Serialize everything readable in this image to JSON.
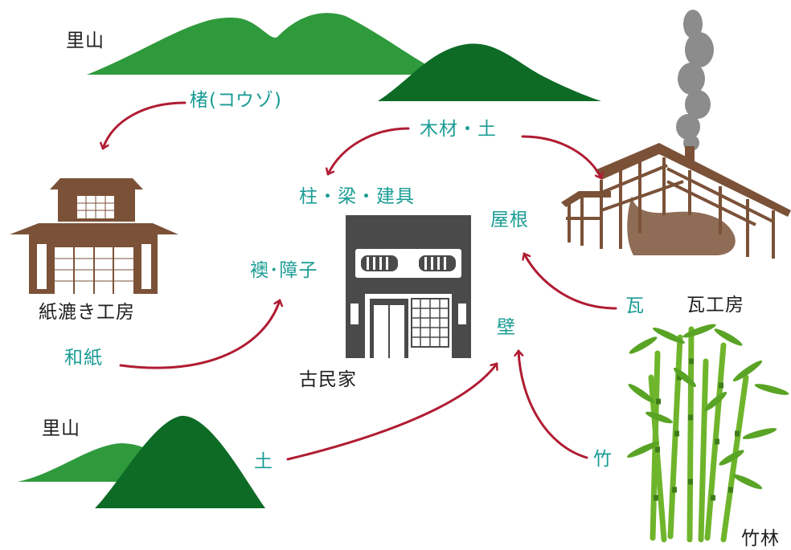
{
  "colors": {
    "material_text": "#1a9c94",
    "place_text": "#1e1e1e",
    "arrow": "#b01c33",
    "mountain_light": "#2f9a3c",
    "mountain_dark": "#0d6b26",
    "workshop_brown": "#7b5238",
    "house_gray": "#4a4a4a",
    "smoke_gray": "#8c8c8c",
    "bamboo_green": "#6fb52c"
  },
  "places": {
    "satoyama_top": "里山",
    "satoyama_bottom": "里山",
    "paper_workshop": "紙漉き工房",
    "kominka": "古民家",
    "tile_workshop": "瓦工房",
    "bamboo_grove": "竹林"
  },
  "materials": {
    "kozo": "楮(コウゾ)",
    "wood_soil": "木材・土",
    "pillars": "柱・梁・建具",
    "roof": "屋根",
    "fusuma": "襖･障子",
    "washi": "和紙",
    "tile": "瓦",
    "wall": "壁",
    "soil": "土",
    "bamboo": "竹"
  },
  "icons": [
    "mountain-icon",
    "paper-workshop-icon",
    "kominka-house-icon",
    "tile-kiln-icon",
    "smoke-icon",
    "bamboo-icon",
    "arrow-icon"
  ]
}
